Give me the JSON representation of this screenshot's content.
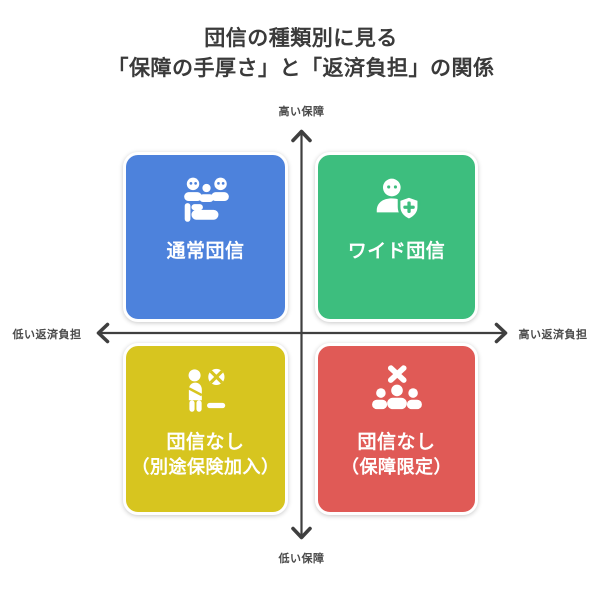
{
  "title": {
    "line1": "団信の種類別に見る",
    "line2": "「保障の手厚さ」と「返済負担」の関係"
  },
  "axis": {
    "top": "高い保障",
    "bottom": "低い保障",
    "left": "低い返済負担",
    "right": "高い返済負担",
    "line_color": "#3f3f3f"
  },
  "quadrants": {
    "top_left": {
      "label": "通常団信",
      "color": "#4d82dc",
      "icon": "family-group-icon"
    },
    "top_right": {
      "label": "ワイド団信",
      "color": "#3dbe7e",
      "icon": "person-shield-plus-icon"
    },
    "bottom_left": {
      "label_line1": "団信なし",
      "label_line2": "（別途保険加入）",
      "color": "#d7c51f",
      "icon": "person-lifebuoy-icon"
    },
    "bottom_right": {
      "label_line1": "団信なし",
      "label_line2": "（保障限定）",
      "color": "#e05a56",
      "icon": "crossed-out-group-icon"
    }
  },
  "colors": {
    "background": "#ffffff",
    "title_text": "#3a3a3a",
    "axis_label_text": "#4a4a4a",
    "box_label_text": "#ffffff"
  }
}
